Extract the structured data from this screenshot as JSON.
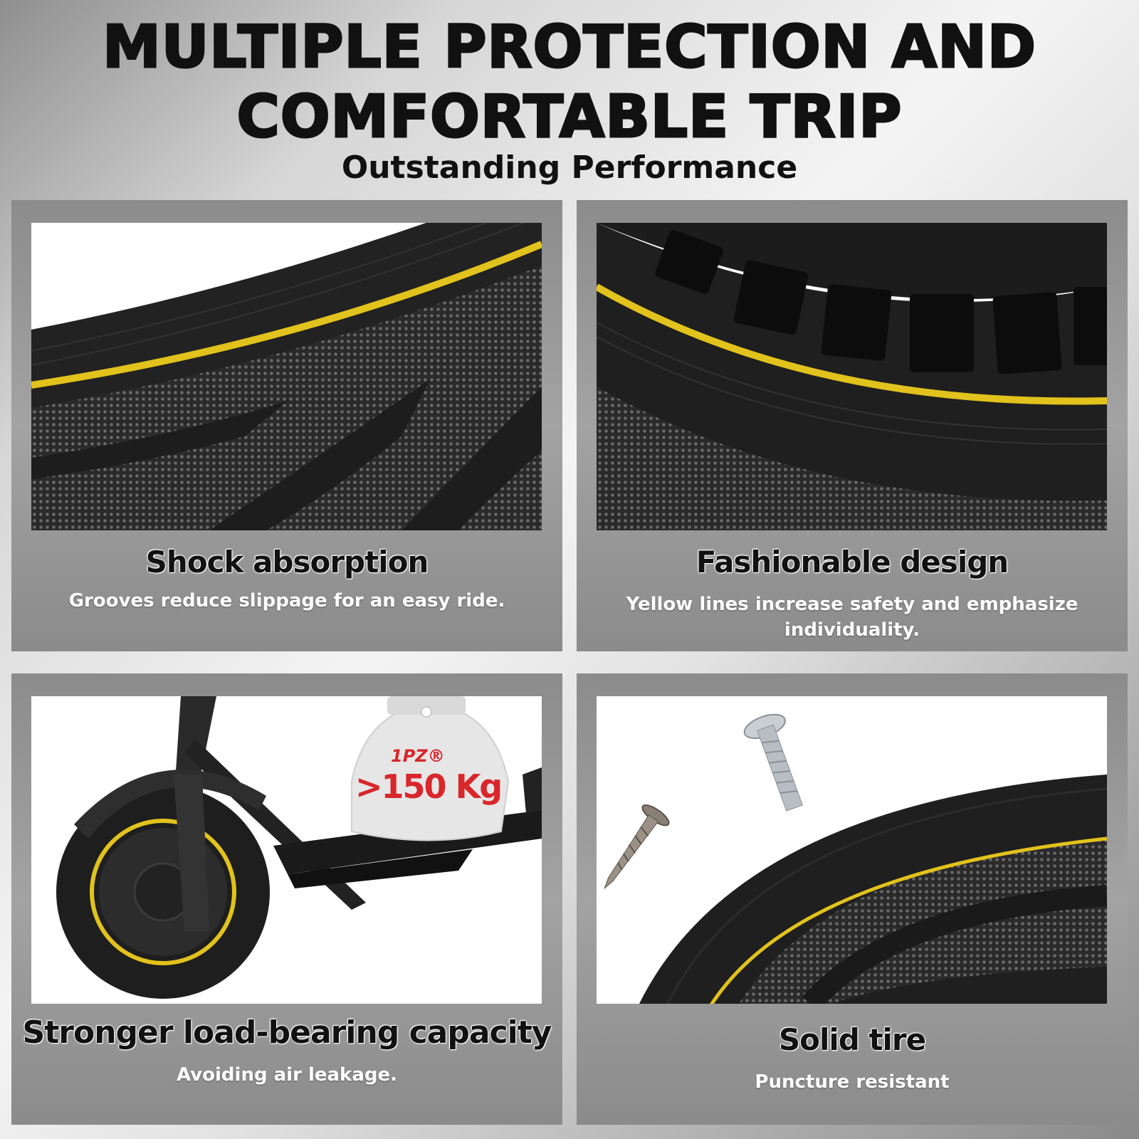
{
  "header": {
    "title_line1": "MULTIPLE PROTECTION AND",
    "title_line2": "COMFORTABLE TRIP",
    "subtitle": "Outstanding Performance"
  },
  "colors": {
    "accent_yellow": "#e2c21c",
    "tire_black": "#1b1b1b",
    "weight_red": "#d9262b",
    "panel_gray": "#9a9a9a"
  },
  "panels": [
    {
      "title": "Shock absorption",
      "description": "Grooves reduce slippage for an easy ride.",
      "image": "tire-tread-closeup"
    },
    {
      "title": "Fashionable design",
      "description": "Yellow lines increase safety and emphasize individuality.",
      "image": "honeycomb-tire-closeup"
    },
    {
      "title": "Stronger load-bearing capacity",
      "description": "Avoiding air leakage.",
      "image": "scooter-with-weight",
      "weight_brand": "1PZ®",
      "weight_label": ">150 Kg"
    },
    {
      "title": "Solid tire",
      "description": "Puncture resistant",
      "image": "tire-with-screws"
    }
  ]
}
